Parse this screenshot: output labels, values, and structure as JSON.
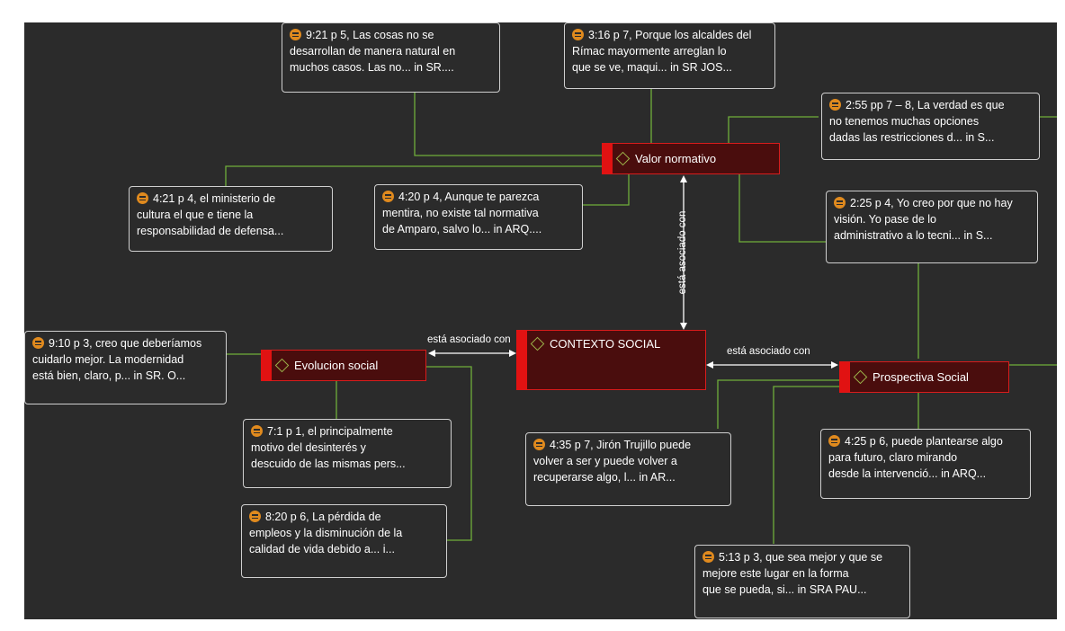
{
  "codes": {
    "valor": "Valor normativo",
    "contexto": "CONTEXTO SOCIAL",
    "evolucion": "Evolucion social",
    "prospectiva": "Prospectiva Social"
  },
  "relation_label": "está asociado con",
  "quotes": {
    "q921": [
      "9:21 p 5, Las cosas no se",
      "desarrollan de manera natural en",
      "muchos  casos. Las no... in SR...."
    ],
    "q316": [
      "3:16 p 7, Porque los alcaldes del",
      "Rímac mayormente  arreglan lo",
      "que se ve, maqui... in SR JOS..."
    ],
    "q255": [
      "2:55 pp 7 – 8, La  verdad es que",
      "no tenemos muchas opciones",
      "dadas las restricciones d... in S..."
    ],
    "q421": [
      "4:21 p 4, el ministerio de",
      "cultura el que e tiene la",
      "responsabilidad de defensa..."
    ],
    "q420": [
      "4:20 p 4, Aunque te parezca",
      "mentira, no existe tal normativa",
      "de Amparo, salvo lo... in ARQ...."
    ],
    "q225": [
      "2:25 p 4, Yo creo por que no hay",
      "visión. Yo pase de lo",
      "administrativo a lo tecni... in S..."
    ],
    "q910": [
      "9:10 p 3, creo que deberíamos",
      "cuidarlo mejor. La modernidad",
      "está bien, claro, p... in SR. O..."
    ],
    "q71": [
      "7:1 p 1, el principalmente",
      "motivo del desinterés y",
      "descuido de las  mismas pers..."
    ],
    "q820": [
      "8:20 p 6, La pérdida de",
      "empleos y la disminución de la",
      "calidad de  vida debido a... i..."
    ],
    "q435": [
      "4:35 p 7, Jirón Trujillo puede",
      "volver a ser y puede volver a",
      "recuperarse algo, l... in AR..."
    ],
    "q425": [
      "4:25 p 6, puede plantearse algo",
      "para futuro, claro mirando",
      "desde la intervenció... in ARQ..."
    ],
    "q513": [
      "5:13 p 3, que sea mejor y que se",
      "mejore este lugar en la forma",
      "que se  pueda, si... in SRA PAU..."
    ]
  },
  "colors": {
    "background": "#2b2b2b",
    "link": "#6fae3b",
    "code_fill": "#4a0d0d",
    "code_border": "#e11212",
    "quote_icon": "#e08a1e",
    "code_icon": "#9bb34a"
  },
  "icons": {
    "quote": "quotation-icon",
    "code": "code-diamond-icon"
  }
}
